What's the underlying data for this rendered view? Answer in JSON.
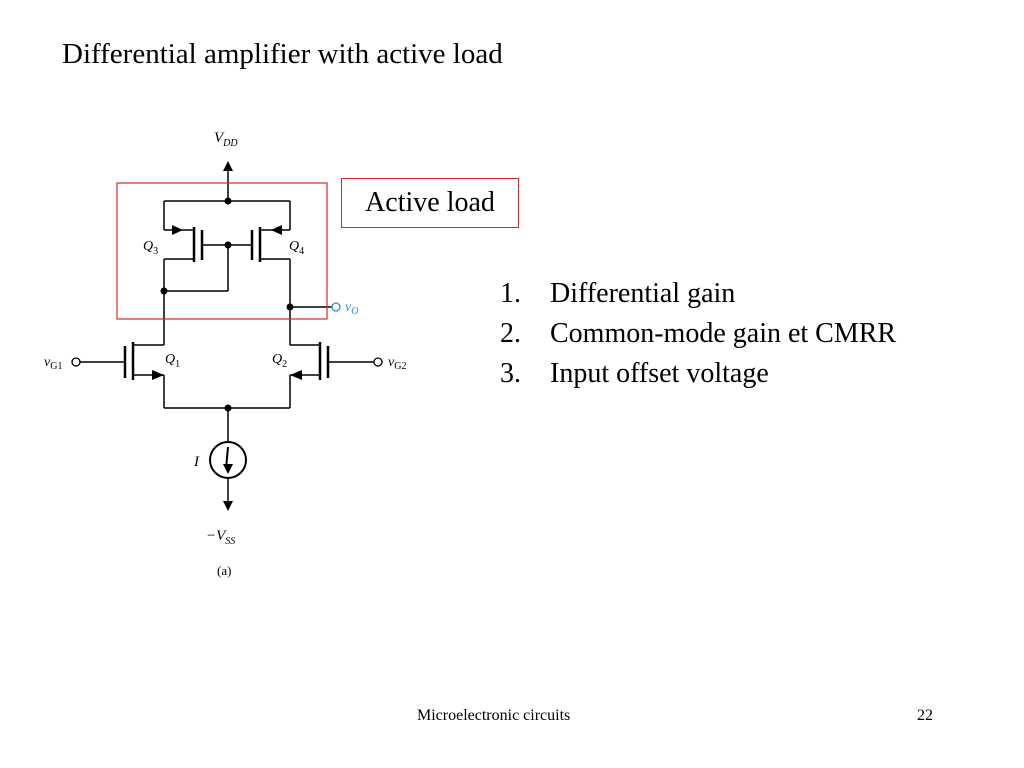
{
  "slide": {
    "title": "Differential amplifier with active load",
    "footer": "Microelectronic circuits",
    "page_number": "22"
  },
  "callout": {
    "label": "Active load",
    "border_color": "#d62a2a"
  },
  "topics": [
    {
      "num": "1.",
      "text": "Differential gain"
    },
    {
      "num": "2.",
      "text": "Common-mode gain et CMRR"
    },
    {
      "num": "3.",
      "text": "Input offset voltage"
    }
  ],
  "circuit": {
    "vdd": {
      "sym": "V",
      "sub": "DD"
    },
    "vss": {
      "sym": "−V",
      "sub": "SS"
    },
    "q1": {
      "sym": "Q",
      "sub": "1"
    },
    "q2": {
      "sym": "Q",
      "sub": "2"
    },
    "q3": {
      "sym": "Q",
      "sub": "3"
    },
    "q4": {
      "sym": "Q",
      "sub": "4"
    },
    "vg1": {
      "sym": "v",
      "sub": "G1"
    },
    "vg2": {
      "sym": "v",
      "sub": "G2"
    },
    "vo": {
      "sym": "v",
      "sub": "O"
    },
    "current_source": "I",
    "caption": "(a)",
    "output_color": "#2a8fcf"
  }
}
